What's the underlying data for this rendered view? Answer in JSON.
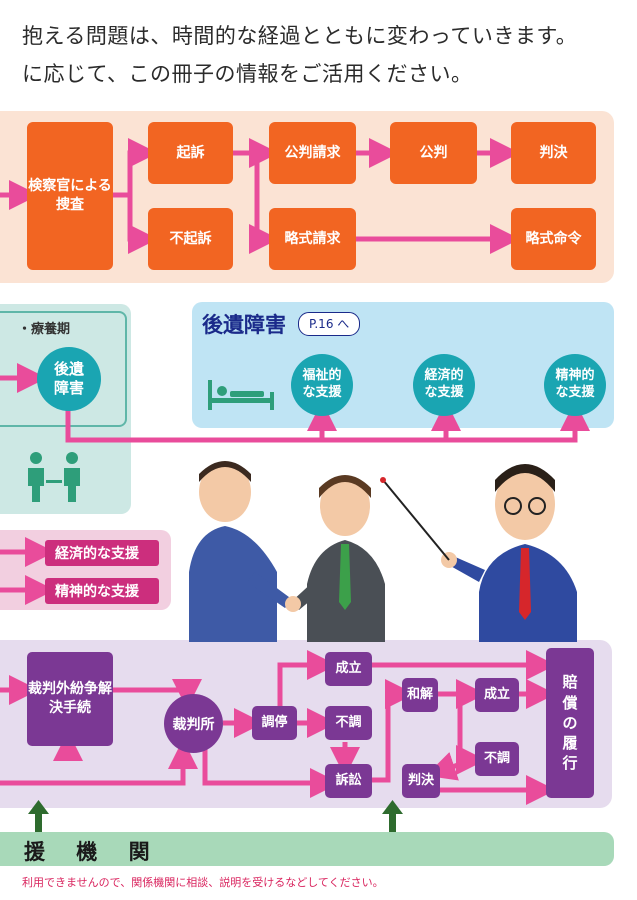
{
  "intro": {
    "line1": "抱える問題は、時間的な経過とともに変わっていきます。",
    "line2": "に応じて、この冊子の情報をご活用ください。"
  },
  "criminal": {
    "investigation": "検察官による捜査",
    "indictment": "起訴",
    "non_indictment": "不起訴",
    "public_trial_request": "公判請求",
    "public_trial": "公判",
    "judgment": "判決",
    "summary_request": "略式請求",
    "summary_order": "略式命令"
  },
  "sequela": {
    "period_label": "・療養期",
    "aftereffect_circle": "後遺障害",
    "title": "後遺障害",
    "page_ref": "P.16 へ",
    "welfare": "福祉的な支援",
    "economic": "経済的な支援",
    "mental": "精神的な支援"
  },
  "support": {
    "economic": "経済的な支援",
    "mental": "精神的な支援"
  },
  "civil": {
    "adr": "裁判外紛争解決手続",
    "court": "裁判所",
    "conciliation": "調停",
    "established": "成立",
    "failed": "不調",
    "lawsuit": "訴訟",
    "settlement": "和解",
    "established2": "成立",
    "failed2": "不調",
    "judgment": "判決",
    "compensation": "賠償の履行"
  },
  "agency": {
    "title": "援 機 関",
    "note": "利用できませんので、関係機関に相談、説明を受けるなどしてください。"
  },
  "colors": {
    "orange": "#f26522",
    "pink_arrow": "#e94c9b",
    "teal": "#1aa5b2",
    "purple": "#7b3894",
    "magenta": "#cc2e7d",
    "green": "#2e6b2e"
  }
}
